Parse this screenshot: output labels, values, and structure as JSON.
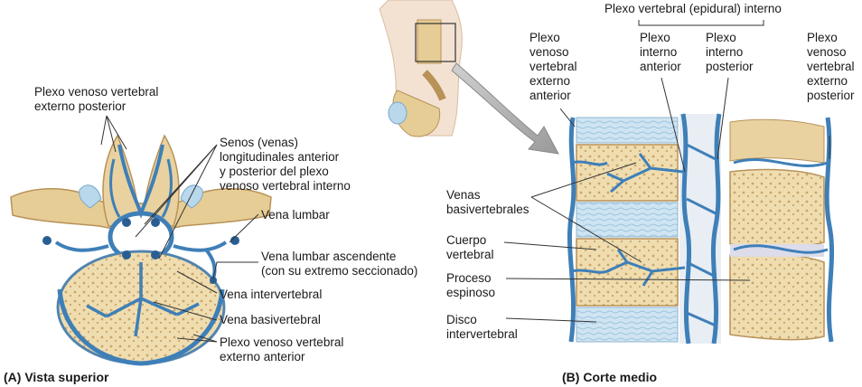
{
  "panel_a": {
    "caption_letter": "(A)",
    "caption_text": "Vista superior",
    "labels": {
      "plexo_ext_post": "Plexo venoso vertebral\nexterno posterior",
      "senos": "Senos (venas)\nlongitudinales anterior\ny posterior del plexo\nvenoso vertebral interno",
      "vena_lumbar": "Vena lumbar",
      "vena_lumbar_asc": "Vena lumbar ascendente\n(con su extremo seccionado)",
      "vena_intervertebral": "Vena intervertebral",
      "vena_basivertebral": "Vena basivertebral",
      "plexo_ext_ant": "Plexo venoso vertebral\nexterno anterior"
    }
  },
  "panel_b": {
    "caption_letter": "(B)",
    "caption_text": "Corte medio",
    "labels": {
      "plexo_interno": "Plexo vertebral (epidural) interno",
      "plexo_ext_ant": "Plexo\nvenoso\nvertebral\nexterno\nanterior",
      "plexo_int_ant": "Plexo\ninterno\nanterior",
      "plexo_int_post": "Plexo\ninterno\nposterior",
      "plexo_ext_post": "Plexo\nvenoso\nvertebral\nexterno\nposterior",
      "venas_basi": "Venas\nbasivertebrales",
      "cuerpo": "Cuerpo\nvertebral",
      "proceso": "Proceso\nespinoso",
      "disco": "Disco\nintervertebral"
    }
  },
  "colors": {
    "vein": "#3f7fb8",
    "vein_dark": "#2a5e93",
    "bone": "#e9d2a0",
    "bone_dark": "#c9a56a",
    "disc": "#b9d8ec",
    "leader": "#333333"
  }
}
